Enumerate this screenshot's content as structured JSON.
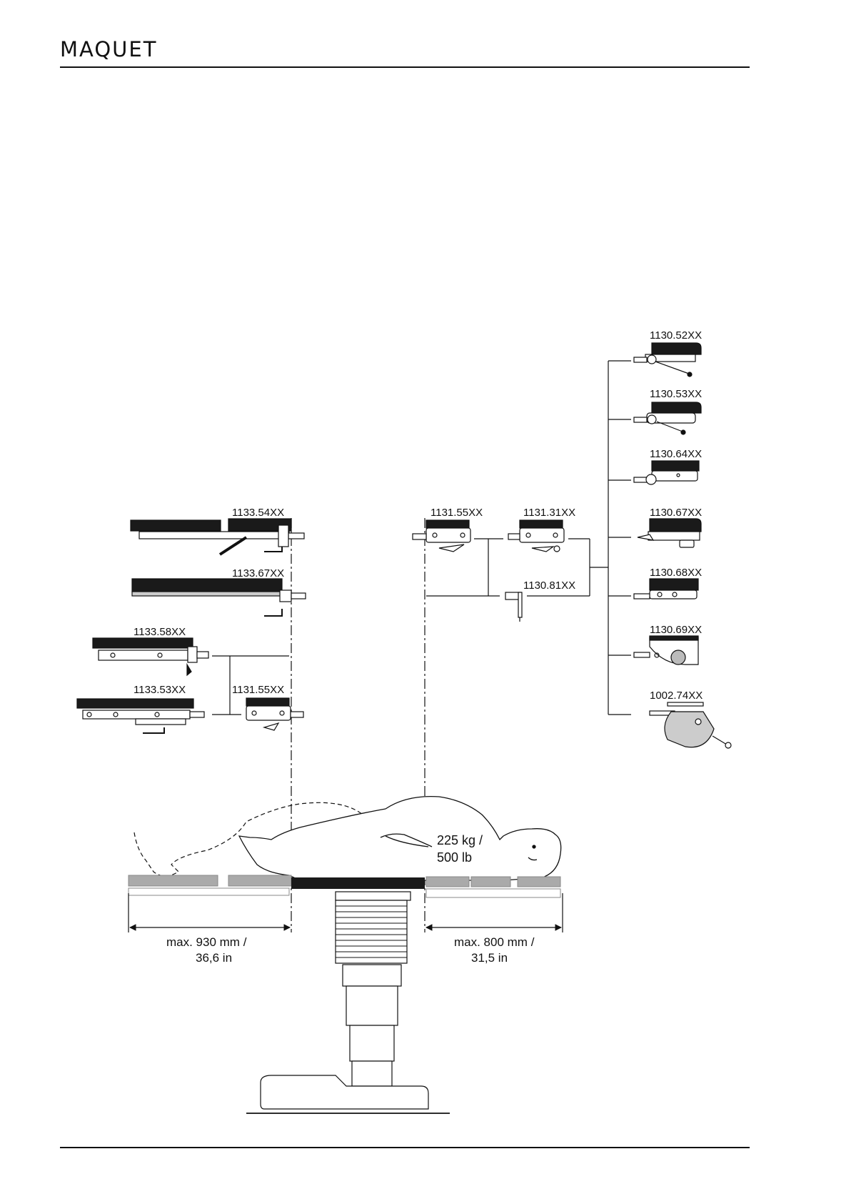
{
  "header": {
    "brand": "MAQUET"
  },
  "accessories_left": {
    "p1": "1133.54XX",
    "p2": "1133.67XX",
    "p3": "1133.58XX",
    "p4": "1133.53XX",
    "p5": "1131.55XX"
  },
  "accessories_middle": {
    "p1": "1131.55XX",
    "p2": "1131.31XX",
    "p3": "1130.81XX"
  },
  "accessories_right": {
    "p1": "1130.52XX",
    "p2": "1130.53XX",
    "p3": "1130.64XX",
    "p4": "1130.67XX",
    "p5": "1130.68XX",
    "p6": "1130.69XX",
    "p7": "1002.74XX"
  },
  "patient": {
    "weight_line1": "225 kg /",
    "weight_line2": "500 lb"
  },
  "dimensions": {
    "left_line1": "max. 930 mm /",
    "left_line2": "36,6 in",
    "right_line1": "max. 800 mm /",
    "right_line2": "31,5 in"
  }
}
